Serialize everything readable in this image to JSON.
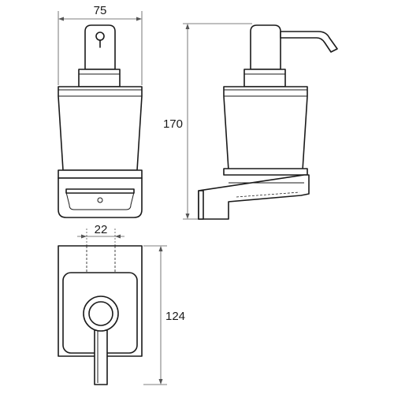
{
  "dimensions": {
    "width_top": "75",
    "height_side": "170",
    "spacing_bottom": "22",
    "height_bottom": "124"
  },
  "colors": {
    "line": "#1a1a1a",
    "dimension": "#555555",
    "background": "#ffffff"
  }
}
